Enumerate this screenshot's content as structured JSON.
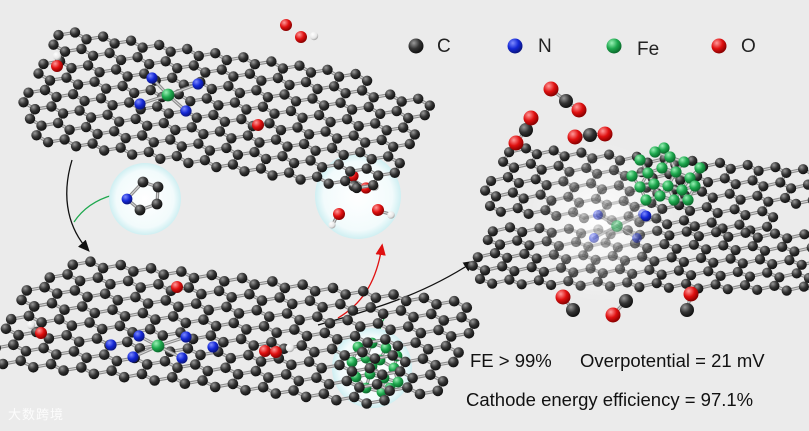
{
  "legend": {
    "items": [
      {
        "element": "C",
        "color": "#2e2e2e"
      },
      {
        "element": "N",
        "color": "#1428d6"
      },
      {
        "element": "Fe",
        "color": "#1ea84e"
      },
      {
        "element": "O",
        "color": "#e01010"
      }
    ]
  },
  "metrics": {
    "fe_selectivity": "FE > 99%",
    "overpotential": "Overpotential = 21 mV",
    "energy_efficiency": "Cathode energy efficiency = 97.1%"
  },
  "watermark": {
    "text": "大数跨境"
  },
  "colors": {
    "background": "#ebebeb",
    "carbon": "#2e2e2e",
    "nitrogen": "#1428d6",
    "iron": "#1ea84e",
    "oxygen": "#e01010",
    "hydrogen": "#ffffff",
    "arrow_red": "#e01010",
    "connector_green": "#1ea84e",
    "bubble": "#dff5f7"
  },
  "icons": {
    "bubble_pyrrole": "pyrrole-molecule-icon",
    "bubble_byproducts": "co2-h2o-molecules-icon",
    "bubble_iron": "iron-cluster-icon"
  }
}
